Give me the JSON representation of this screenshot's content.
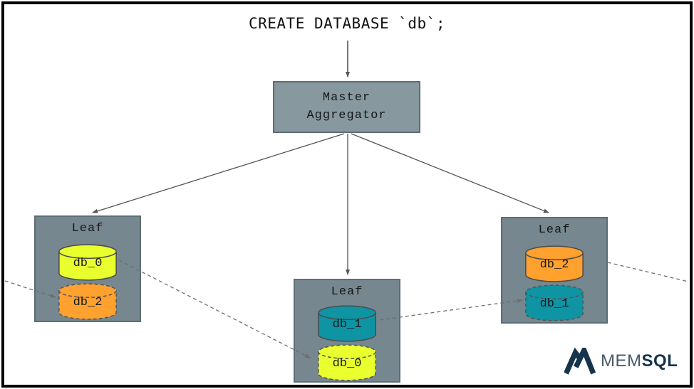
{
  "title": "CREATE DATABASE `db`;",
  "master": {
    "label": "Master\nAggregator"
  },
  "leaves": [
    {
      "title": "Leaf",
      "partitions": [
        {
          "label": "db_0",
          "color": "#E9FF2E",
          "role": "primary"
        },
        {
          "label": "db_2",
          "color": "#FFA12F",
          "role": "replica"
        }
      ]
    },
    {
      "title": "Leaf",
      "partitions": [
        {
          "label": "db_1",
          "color": "#0E94A3",
          "role": "primary"
        },
        {
          "label": "db_0",
          "color": "#E9FF2E",
          "role": "replica"
        }
      ]
    },
    {
      "title": "Leaf",
      "partitions": [
        {
          "label": "db_2",
          "color": "#FFA12F",
          "role": "primary"
        },
        {
          "label": "db_1",
          "color": "#0E94A3",
          "role": "replica"
        }
      ]
    }
  ],
  "logo": {
    "mem": "MEM",
    "sql": "SQL"
  },
  "colors": {
    "master_fill": "#87999F",
    "leaf_fill": "#76878F",
    "node_border": "#5D6D75",
    "arrow": "#555555",
    "replica_arrow": "#6E6E6E",
    "partition_yellow": "#E9FF2E",
    "partition_orange": "#FFA12F",
    "partition_teal": "#0E94A3",
    "logo_dark": "#16344C",
    "logo_light": "#4A5A68"
  }
}
